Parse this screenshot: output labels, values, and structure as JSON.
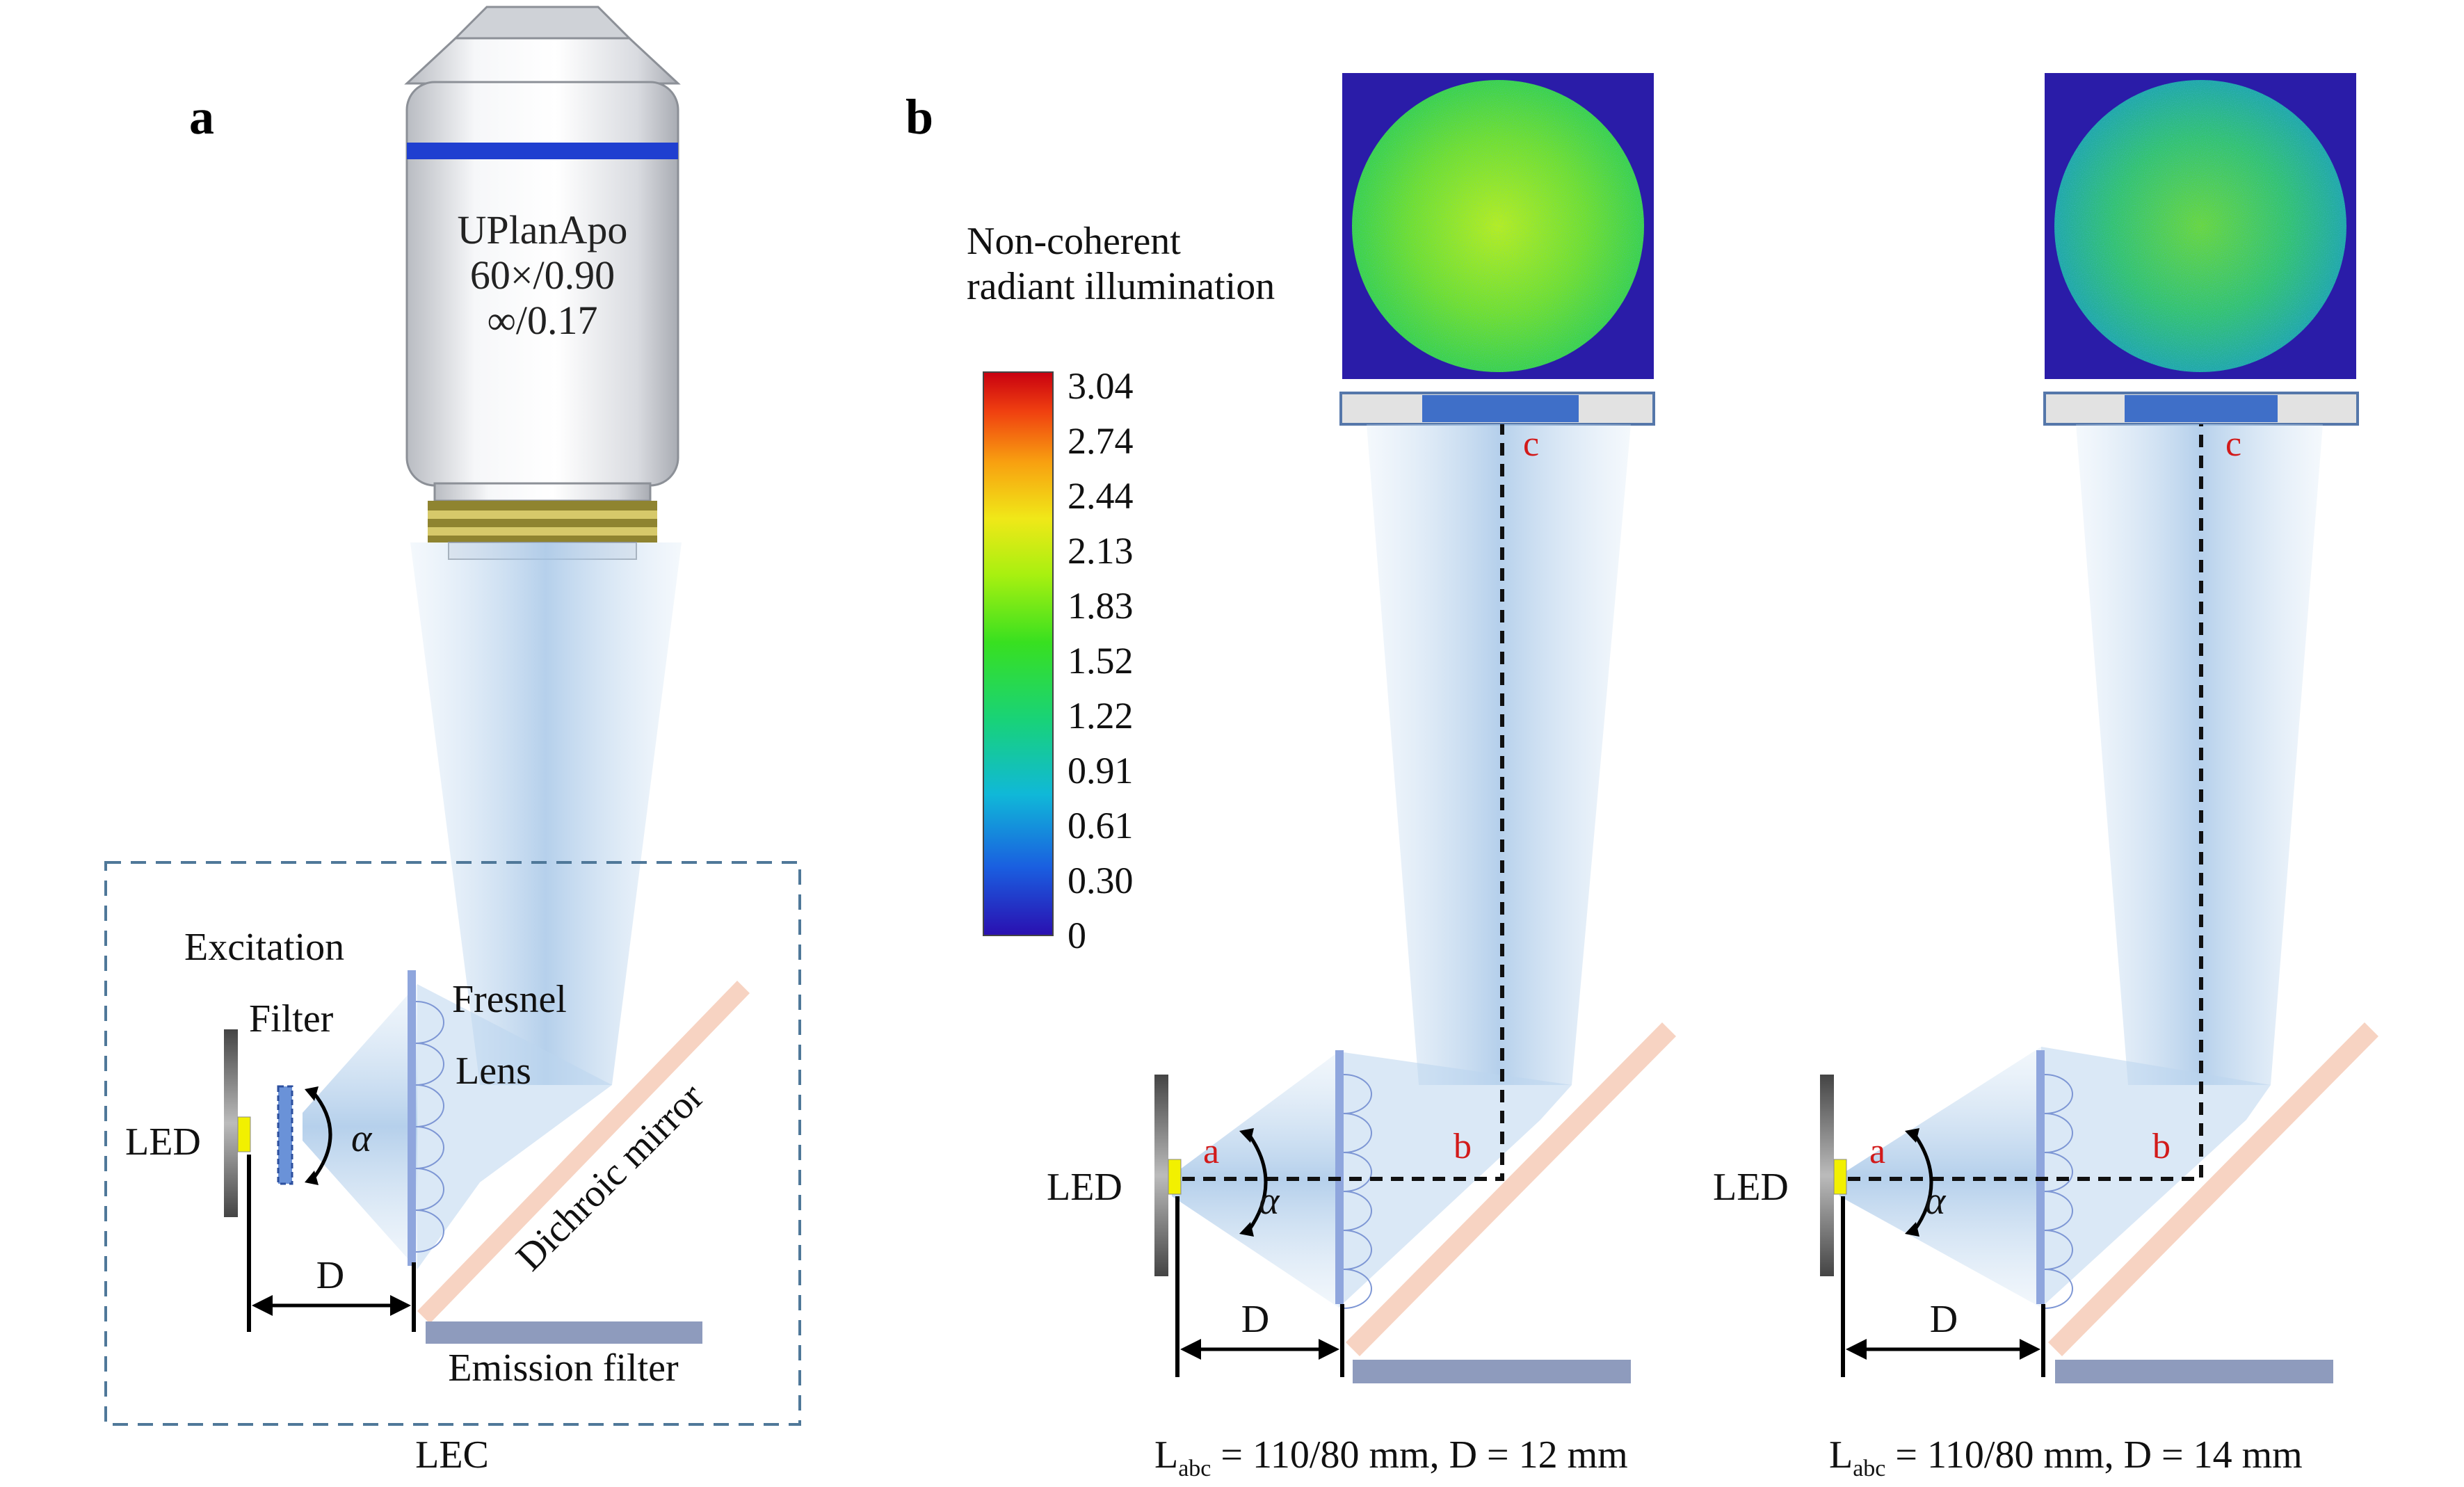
{
  "panel_a": {
    "label": "a",
    "objective": {
      "line1": "UPlanApo",
      "line2": "60×/0.90",
      "line3": "∞/0.17"
    },
    "labels": {
      "excitation": "Excitation",
      "filter": "Filter",
      "fresnel": "Fresnel",
      "lens": "Lens",
      "led": "LED",
      "alpha": "α",
      "d": "D",
      "dichroic_mirror": "Dichroic mirror",
      "emission_filter": "Emission filter",
      "lec": "LEC"
    }
  },
  "panel_b": {
    "label": "b",
    "colorbar": {
      "title_line1": "Non-coherent",
      "title_line2": "radiant illumination",
      "ticks": [
        "3.04",
        "2.74",
        "2.44",
        "2.13",
        "1.83",
        "1.52",
        "1.22",
        "0.91",
        "0.61",
        "0.30",
        "0"
      ]
    },
    "setups": [
      {
        "point_a": "a",
        "point_b": "b",
        "point_c": "c",
        "led": "LED",
        "alpha": "α",
        "d": "D",
        "caption_prefix": "L",
        "caption_sub": "abc",
        "caption_rest": " = 110/80 mm, D = 12 mm"
      },
      {
        "point_a": "a",
        "point_b": "b",
        "point_c": "c",
        "led": "LED",
        "alpha": "α",
        "d": "D",
        "caption_prefix": "L",
        "caption_sub": "abc",
        "caption_rest": " = 110/80 mm, D = 14 mm"
      }
    ]
  },
  "colors": {
    "beam": "#bcd6ee",
    "fresnel": "#8fa6dd",
    "mirror": "#f7d3c2",
    "emission_filter": "#8e9bbd",
    "objective_band": "#1f3fd0",
    "thread": "#b7a84a",
    "dashed_box": "#4f7899",
    "map_background": "#2a1ca8"
  }
}
